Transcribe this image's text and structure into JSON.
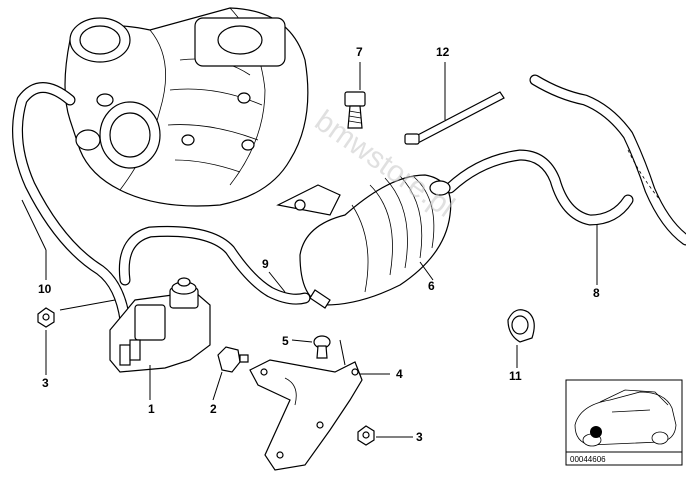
{
  "callouts": {
    "c1": "1",
    "c2": "2",
    "c3a": "3",
    "c3b": "3",
    "c4": "4",
    "c5": "5",
    "c6": "6",
    "c7": "7",
    "c8": "8",
    "c9": "9",
    "c10": "10",
    "c11": "11",
    "c12": "12"
  },
  "watermark": "bmwstore.pl",
  "thumbnail": {
    "reference_code": "00044606"
  }
}
